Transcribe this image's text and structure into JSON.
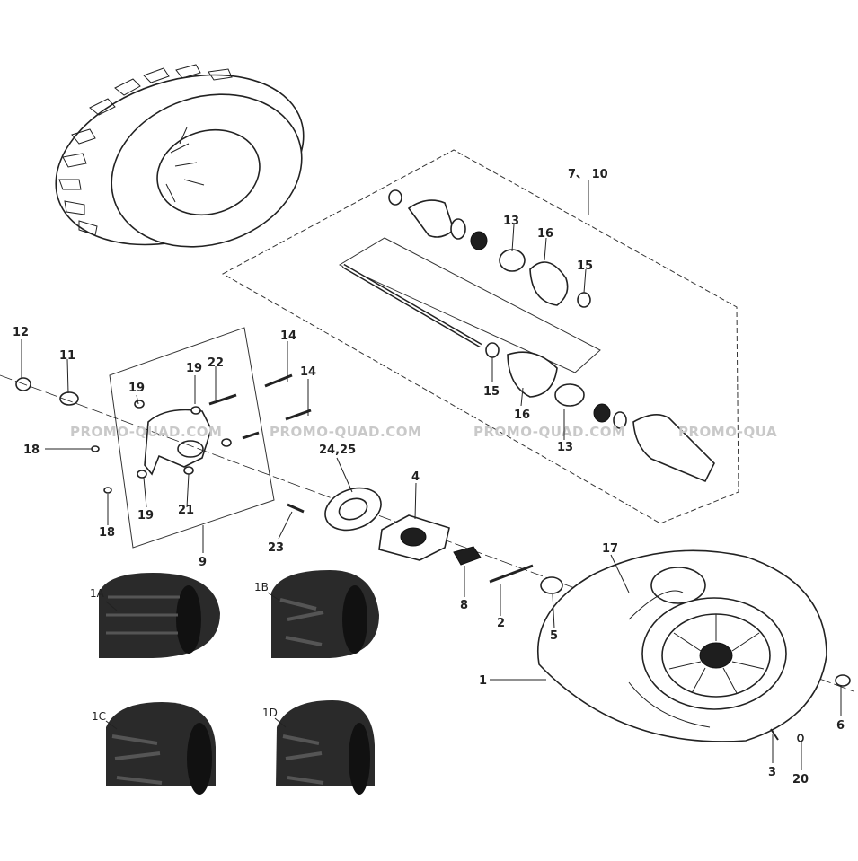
{
  "watermark": "PROMO-QUAD.COM",
  "watermark_partial": "PROMO-QUA",
  "group_label": "7、 10",
  "labels": {
    "l1": "1",
    "l2": "2",
    "l3": "3",
    "l4": "4",
    "l5": "5",
    "l6": "6",
    "l8": "8",
    "l9": "9",
    "l11": "11",
    "l12": "12",
    "l13a": "13",
    "l13b": "13",
    "l14a": "14",
    "l14b": "14",
    "l15a": "15",
    "l15b": "15",
    "l16a": "16",
    "l16b": "16",
    "l17": "17",
    "l18a": "18",
    "l18b": "18",
    "l19a": "19",
    "l19b": "19",
    "l19c": "19",
    "l20": "20",
    "l21": "21",
    "l22": "22",
    "l23": "23",
    "l2425": "24,25"
  },
  "tire_variants": [
    "1A",
    "1B",
    "1C",
    "1D"
  ]
}
